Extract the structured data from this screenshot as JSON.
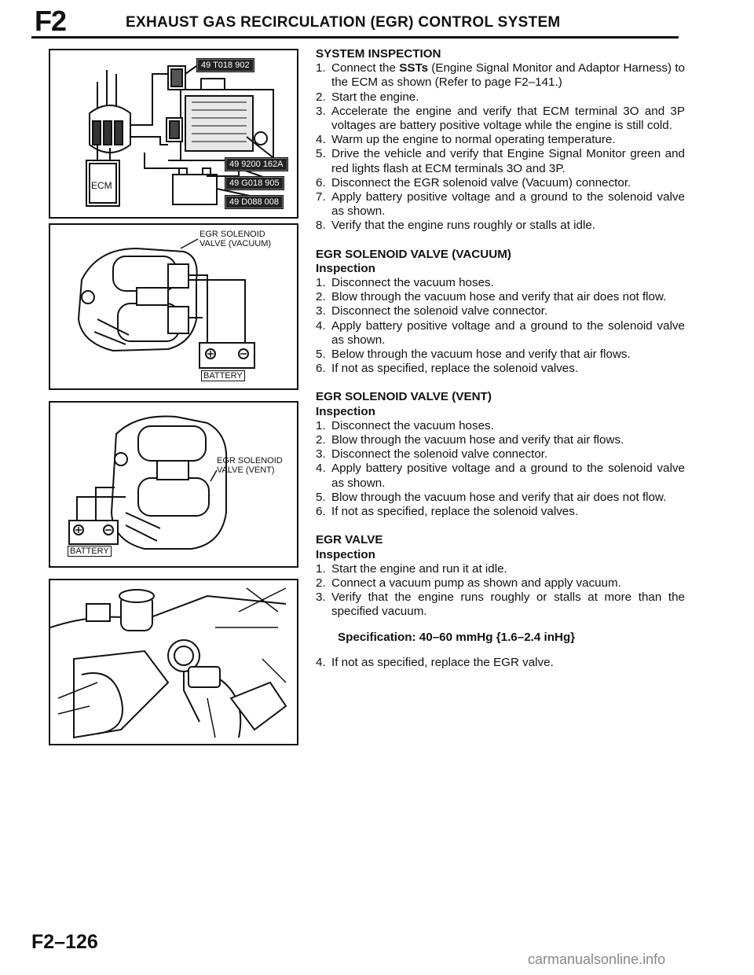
{
  "header": {
    "section_code": "F2",
    "title": "EXHAUST GAS RECIRCULATION (EGR) CONTROL SYSTEM"
  },
  "figures": {
    "fig1": {
      "labels": [
        "ECM"
      ],
      "tags": [
        "49 T018 902",
        "49 9200 162A",
        "49 G018 905",
        "49 D088 008"
      ]
    },
    "fig2": {
      "label_line1": "EGR SOLENOID",
      "label_line2": "VALVE (VACUUM)",
      "battery": "BATTERY"
    },
    "fig3": {
      "label_line1": "EGR SOLENOID",
      "label_line2": "VALVE (VENT)",
      "battery": "BATTERY"
    }
  },
  "sections": {
    "system_inspection": {
      "title": "SYSTEM INSPECTION",
      "steps": [
        {
          "n": "1.",
          "pre": "Connect the ",
          "bold": "SSTs",
          "post": " (Engine Signal Monitor and Adaptor Harness) to the ECM as shown (Refer to page F2–141.)"
        },
        {
          "n": "2.",
          "text": "Start the engine."
        },
        {
          "n": "3.",
          "text": "Accelerate the engine and verify that ECM terminal 3O and 3P voltages are battery positive voltage while the engine is still cold."
        },
        {
          "n": "4.",
          "text": "Warm up the engine to normal operating temperature."
        },
        {
          "n": "5.",
          "text": "Drive the vehicle and verify that Engine Signal Monitor green and red lights flash at ECM terminals 3O and 3P."
        },
        {
          "n": "6.",
          "text": "Disconnect the EGR solenoid valve (Vacuum) connector."
        },
        {
          "n": "7.",
          "text": "Apply battery positive voltage and a ground to the solenoid valve as shown."
        },
        {
          "n": "8.",
          "text": "Verify that the engine runs roughly or stalls at idle."
        }
      ]
    },
    "egr_vacuum": {
      "title": "EGR SOLENOID VALVE (VACUUM)",
      "subtitle": "Inspection",
      "steps": [
        {
          "n": "1.",
          "text": "Disconnect the vacuum hoses."
        },
        {
          "n": "2.",
          "text": "Blow through the vacuum hose and verify that air does not flow."
        },
        {
          "n": "3.",
          "text": "Disconnect the solenoid valve connector."
        },
        {
          "n": "4.",
          "text": "Apply battery positive voltage and a ground to the solenoid valve as shown."
        },
        {
          "n": "5.",
          "text": "Below through the vacuum hose and verify that air flows."
        },
        {
          "n": "6.",
          "text": "If not as specified, replace the solenoid valves."
        }
      ]
    },
    "egr_vent": {
      "title": "EGR SOLENOID VALVE (VENT)",
      "subtitle": "Inspection",
      "steps": [
        {
          "n": "1.",
          "text": "Disconnect the vacuum hoses."
        },
        {
          "n": "2.",
          "text": "Blow through the vacuum hose and verify that air flows."
        },
        {
          "n": "3.",
          "text": "Disconnect the solenoid valve connector."
        },
        {
          "n": "4.",
          "text": "Apply battery positive voltage and a ground to the solenoid valve as shown."
        },
        {
          "n": "5.",
          "text": "Blow through the vacuum hose and verify that air does not flow."
        },
        {
          "n": "6.",
          "text": "If not as specified, replace the solenoid valves."
        }
      ]
    },
    "egr_valve": {
      "title": "EGR VALVE",
      "subtitle": "Inspection",
      "steps": [
        {
          "n": "1.",
          "text": "Start the engine and run it at idle."
        },
        {
          "n": "2.",
          "text": "Connect a vacuum pump as shown and apply vacuum."
        },
        {
          "n": "3.",
          "text": "Verify that the engine runs roughly or stalls at more than the specified vacuum."
        }
      ],
      "specification": "Specification: 40–60 mmHg {1.6–2.4 inHg}",
      "step4": {
        "n": "4.",
        "text": "If not as specified, replace the EGR valve."
      }
    }
  },
  "footer": {
    "page_number": "F2–126",
    "watermark": "carmanualsonline.info"
  }
}
